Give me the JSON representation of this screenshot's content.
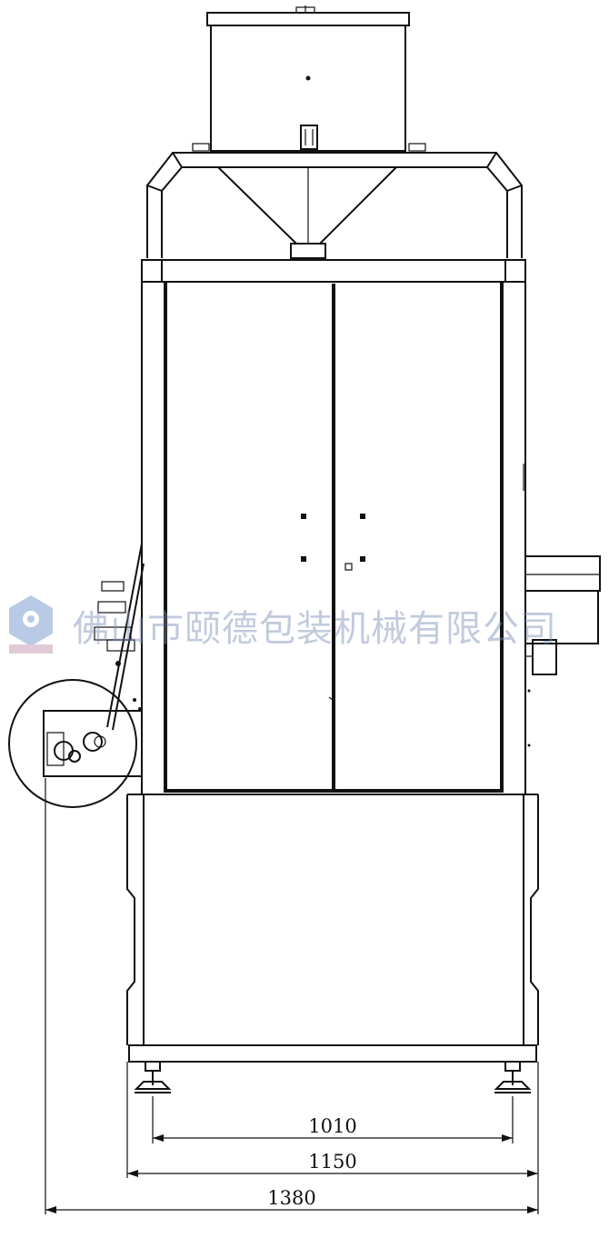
{
  "dimensions": {
    "inner": "1010",
    "middle": "1150",
    "overall": "1380"
  },
  "watermark": {
    "company": "佛山市颐德包装机械有限公司",
    "logo_icon": "company-logo-icon"
  },
  "colors": {
    "line": "#111111",
    "watermark": "#8ca0c8"
  }
}
